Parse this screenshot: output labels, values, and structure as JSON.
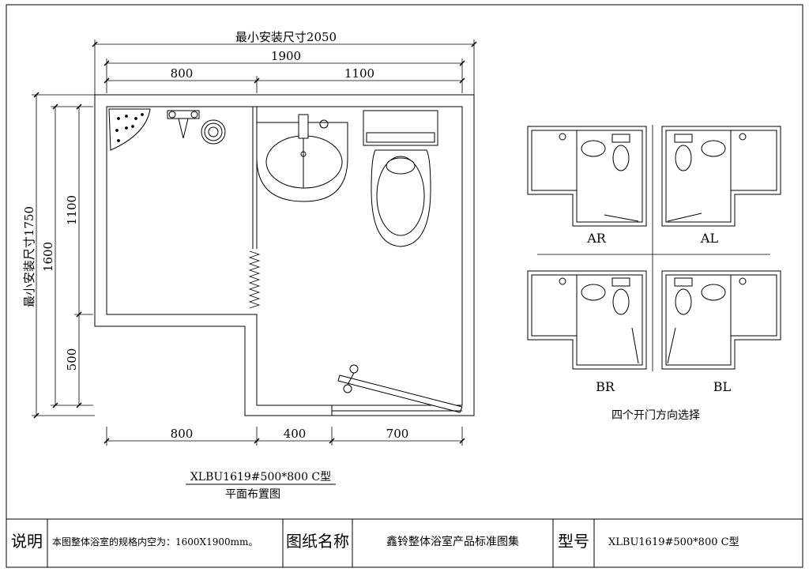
{
  "dimensions": {
    "min_install_width": "最小安装尺寸2050",
    "overall_width": "1900",
    "left_width_top": "800",
    "right_width_top": "1100",
    "min_install_depth": "最小安装尺寸1750",
    "overall_depth": "1600",
    "upper_depth": "1100",
    "lower_depth": "500",
    "bottom_left": "800",
    "bottom_mid": "400",
    "bottom_right": "700"
  },
  "plan": {
    "model": "XLBU1619#500*800 C型",
    "caption": "平面布置图"
  },
  "variants": {
    "items": [
      "AR",
      "AL",
      "BR",
      "BL"
    ],
    "caption": "四个开门方向选择"
  },
  "title_block": {
    "note_label": "说明",
    "note_text": "本图整体浴室的规格内空为：1600X1900mm。",
    "drawing_name_label": "图纸名称",
    "drawing_name": "鑫铃整体浴室产品标准图集",
    "model_label": "型号",
    "model_value": "XLBU1619#500*800 C型"
  }
}
